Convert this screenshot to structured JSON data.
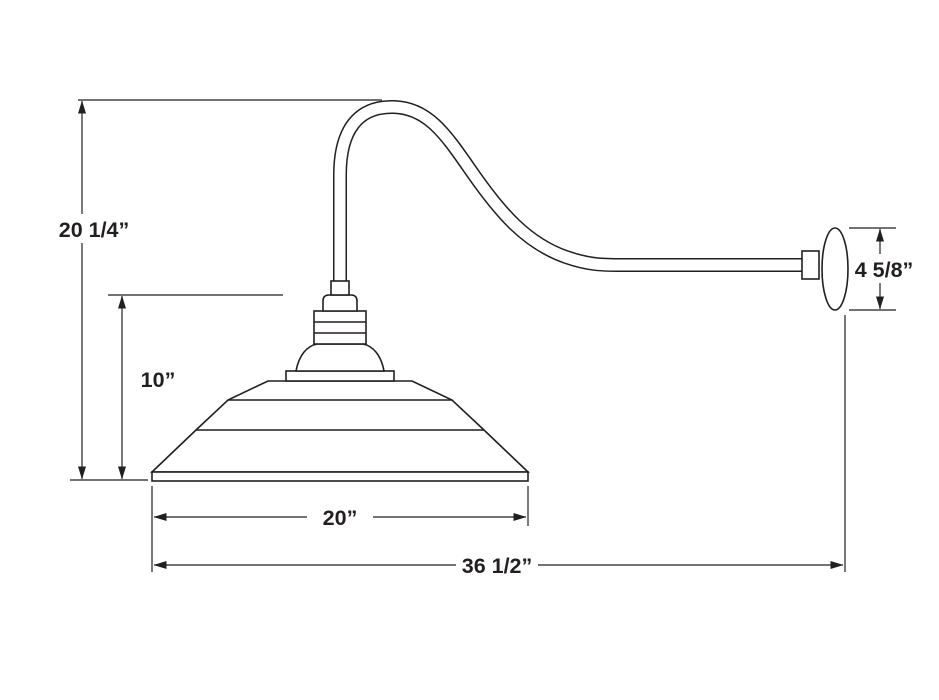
{
  "diagram": {
    "line_color": "#231f20",
    "background_color": "#ffffff",
    "labels": {
      "overall_height": "20 1/4”",
      "fixture_height": "10”",
      "backplate_height": "4 5/8”",
      "shade_width": "20”",
      "overall_width": "36 1/2”"
    }
  }
}
